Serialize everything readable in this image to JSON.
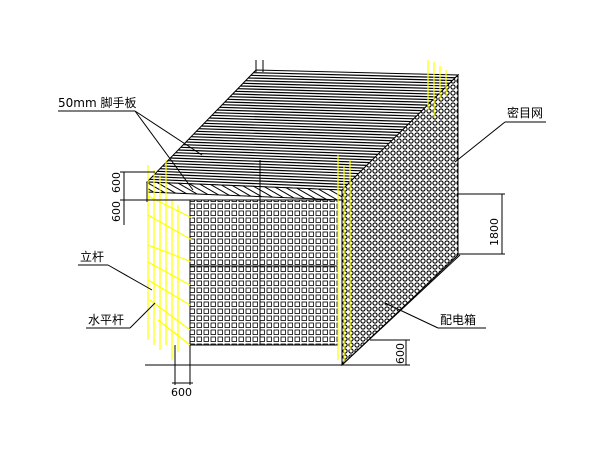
{
  "labels": {
    "scaffold_board": "50mm 脚手板",
    "dense_mesh": "密目网",
    "upright_pole": "立杆",
    "horizontal_bar": "水平杆",
    "distribution_box": "配电箱"
  },
  "dimensions": {
    "top_spacing_1": "600",
    "top_spacing_2": "600",
    "height": "1800",
    "base_height": "600",
    "pole_spacing": "600"
  },
  "colors": {
    "line": "#000000",
    "pole": "#ffff00",
    "mesh": "#000000",
    "background": "#ffffff"
  }
}
